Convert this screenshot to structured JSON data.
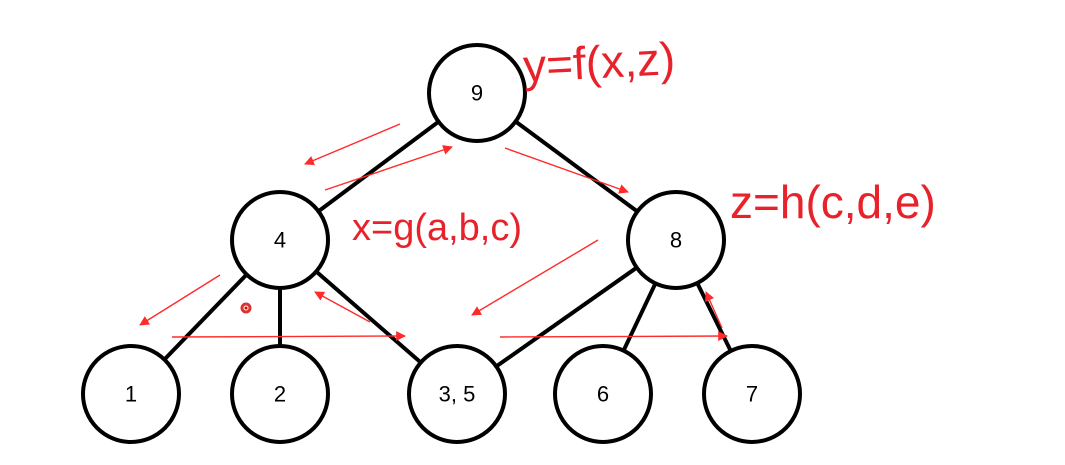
{
  "colors": {
    "edge": "#000000",
    "node_fill": "#ffffff",
    "annotation": "#e8222a",
    "arrow": "#ff2a2a"
  },
  "nodes": [
    {
      "id": "n9",
      "label": "9"
    },
    {
      "id": "n4",
      "label": "4"
    },
    {
      "id": "n8",
      "label": "8"
    },
    {
      "id": "n1",
      "label": "1"
    },
    {
      "id": "n2",
      "label": "2"
    },
    {
      "id": "n35",
      "label": "3, 5"
    },
    {
      "id": "n6",
      "label": "6"
    },
    {
      "id": "n7",
      "label": "7"
    }
  ],
  "edges": [
    [
      "n9",
      "n4"
    ],
    [
      "n9",
      "n8"
    ],
    [
      "n4",
      "n1"
    ],
    [
      "n4",
      "n2"
    ],
    [
      "n4",
      "n35"
    ],
    [
      "n8",
      "n35"
    ],
    [
      "n8",
      "n6"
    ],
    [
      "n8",
      "n7"
    ]
  ],
  "annotations": {
    "y_equation": "y=f(x,z)",
    "x_equation": "x=g(a,b,c)",
    "z_equation": "z=h(c,d,e)"
  }
}
